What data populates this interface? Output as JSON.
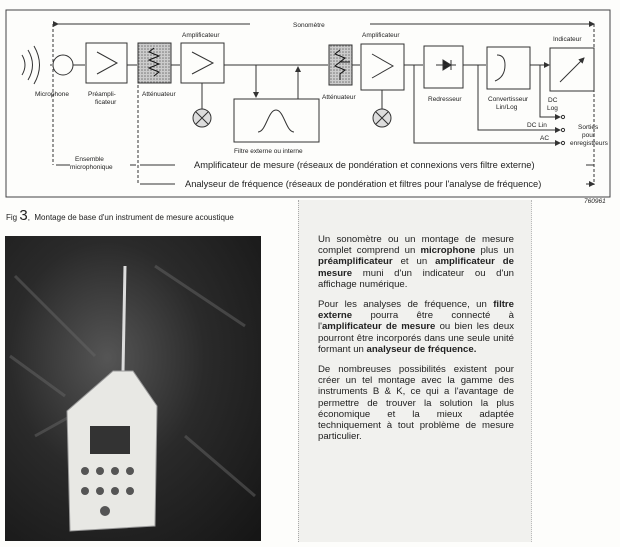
{
  "diagram": {
    "sonometre": "Sonomètre",
    "amp1": "Amplificateur",
    "amp2": "Amplificateur",
    "indicateur": "Indicateur",
    "microphone": "Microphone",
    "preampli_1": "Préampli-",
    "preampli_2": "ficateur",
    "att1": "Atténuateur",
    "att2": "Atténuateur",
    "filtre": "Filtre externe ou interne",
    "redresseur": "Redresseur",
    "conv_1": "Convertisseur",
    "conv_2": "Lin/Log",
    "dc": "DC",
    "log": "Log",
    "dclin": "DC Lin",
    "ac": "AC",
    "sorties_1": "Sorties",
    "sorties_2": "pour",
    "sorties_3": "enregistreurs",
    "ens_1": "Ensemble",
    "ens_2": "microphonique",
    "ampmes": "Amplificateur de mesure (réseaux de pondération et connexions vers filtre externe)",
    "analyseur": "Analyseur de fréquence (réseaux de pondération et filtres pour l'analyse de fréquence)",
    "ref": "760961"
  },
  "caption": {
    "prefix": "Fig",
    "number": "3",
    "suffix": ",",
    "text": "Montage de base d'un instrument de mesure acoustique"
  },
  "paragraphs": [
    [
      {
        "t": "Un sonomètre ou un montage de mesure complet comprend un "
      },
      {
        "t": "microphone",
        "b": 1
      },
      {
        "t": " plus un "
      },
      {
        "t": "préamplificateur",
        "b": 1
      },
      {
        "t": " et un "
      },
      {
        "t": "amplificateur de mesure",
        "b": 1
      },
      {
        "t": " muni d'un indicateur ou d'un affichage numérique."
      }
    ],
    [
      {
        "t": "Pour les analyses de fréquence, un "
      },
      {
        "t": "filtre externe",
        "b": 1
      },
      {
        "t": " pourra être connecté à l'"
      },
      {
        "t": "amplificateur de mesure",
        "b": 1
      },
      {
        "t": " ou bien les deux pourront être incorporés dans une seule unité formant un "
      },
      {
        "t": "analyseur de fréquence.",
        "b": 1
      }
    ],
    [
      {
        "t": "De nombreuses possibilités existent pour créer un tel montage avec la gamme des instruments B & K, ce qui a l'avantage de permettre de trouver la solution la plus économique et la mieux adaptée techniquement à tout problème de mesure particulier."
      }
    ]
  ]
}
